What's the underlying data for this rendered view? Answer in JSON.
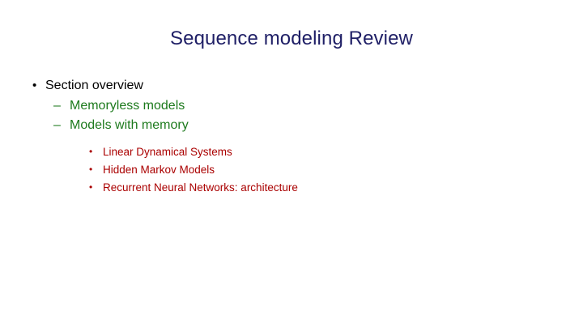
{
  "slide": {
    "title": "Sequence modeling Review",
    "colors": {
      "title": "#1f1f66",
      "level1": "#000000",
      "level2": "#1d7a1d",
      "level3": "#aa0000",
      "background": "#ffffff"
    },
    "bullets": {
      "level1_marker": "•",
      "level2_marker": "–",
      "level3_marker": "•"
    },
    "outline": [
      {
        "level": 1,
        "text": "Section overview"
      },
      {
        "level": 2,
        "text": "Memoryless models"
      },
      {
        "level": 2,
        "text": "Models with memory"
      },
      {
        "level": 3,
        "text": "Linear Dynamical Systems"
      },
      {
        "level": 3,
        "text": "Hidden Markov Models"
      },
      {
        "level": 3,
        "text": "Recurrent Neural Networks: architecture"
      }
    ]
  }
}
